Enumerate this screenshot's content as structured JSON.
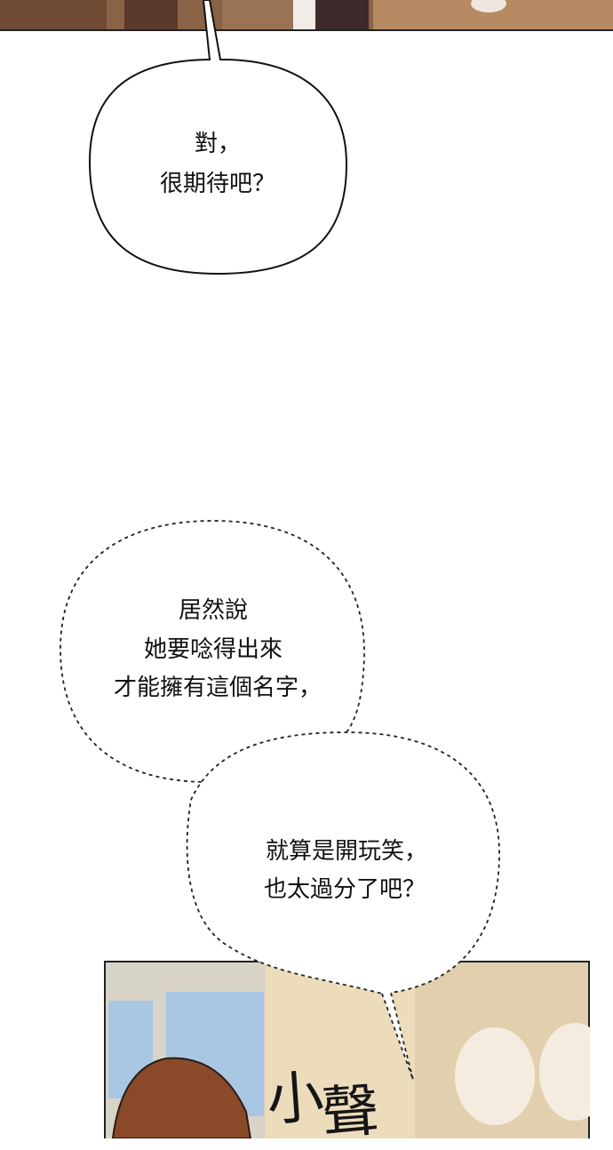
{
  "bubble1": {
    "lines": [
      "對，",
      "很期待吧？"
    ]
  },
  "bubble2": {
    "lines": [
      "居然說",
      "她要唸得出來",
      "才能擁有這個名字，"
    ]
  },
  "bubble3": {
    "lines": [
      "就算是開玩笑，",
      "也太過分了吧？"
    ]
  },
  "sfx": {
    "text1": "小",
    "text2": "聲"
  },
  "colors": {
    "top_panel": "#8a6246",
    "wall": "#ecdcbc",
    "window": "#a9c6e2",
    "hair": "#8a4a2a"
  }
}
